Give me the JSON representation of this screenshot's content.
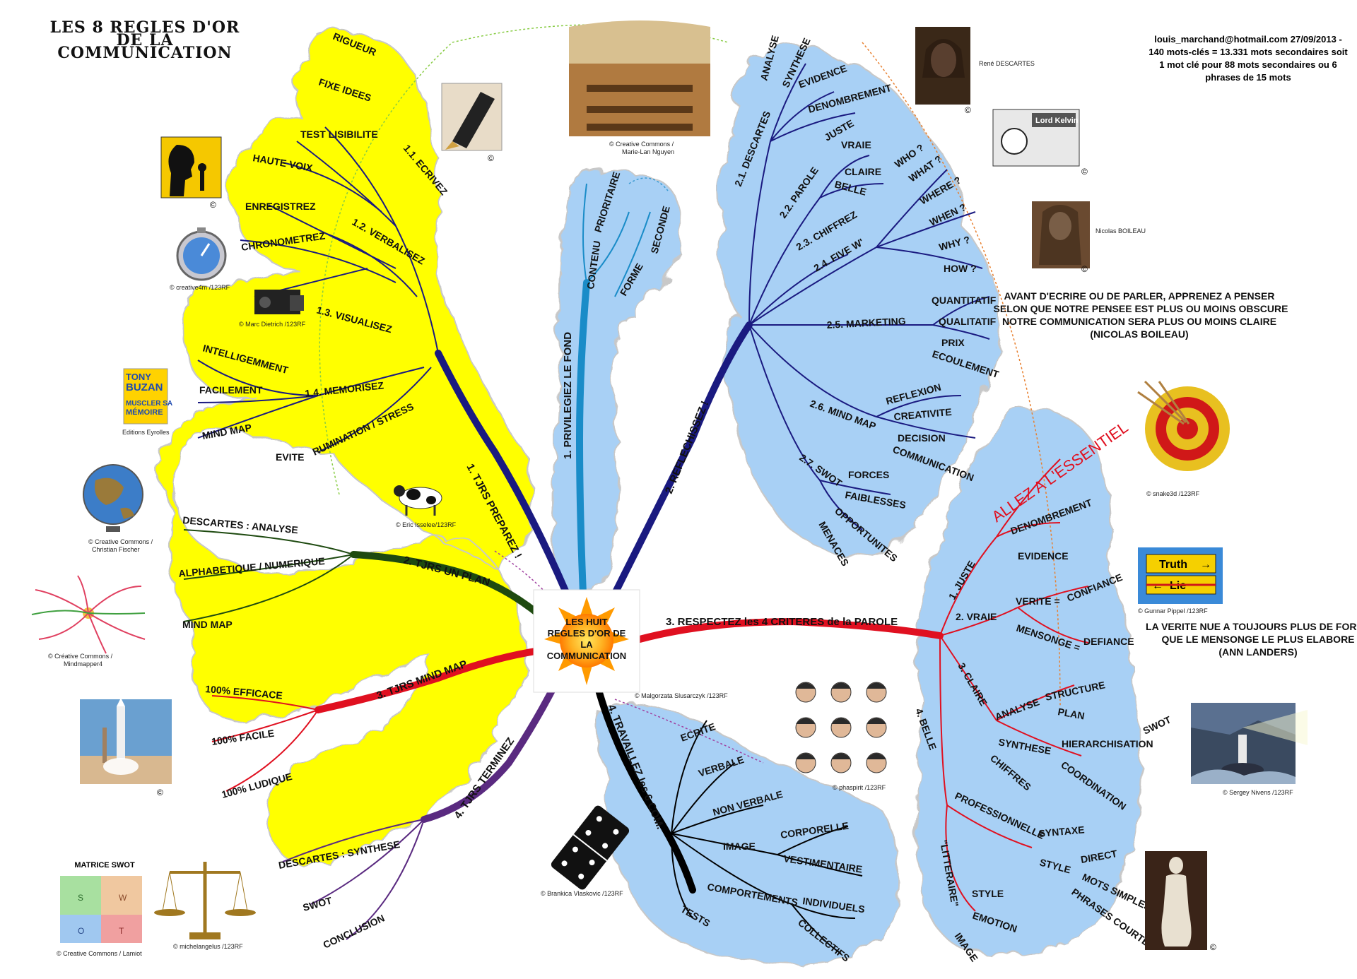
{
  "title": {
    "line1": "LES 8 REGLES D'OR",
    "line2": "DE LA",
    "line3": "COMMUNICATION"
  },
  "info": {
    "line1": "louis_marchand@hotmail.com 27/09/2013 -",
    "line2": "140 mots-clés = 13.331 mots secondaires soit",
    "line3": "1 mot clé pour 88 mots secondaires ou 6",
    "line4": "phrases de 15 mots"
  },
  "center": {
    "line1": "LES HUIT",
    "line2": "REGLES D'OR DE",
    "line3": "LA",
    "line4": "COMMUNICATION"
  },
  "colors": {
    "yellow": "#ffff00",
    "blue": "#a8d0f5",
    "navy": "#1a1a80",
    "red": "#e01020",
    "green": "#1e4a10",
    "purple": "#5a2a80",
    "teal": "#1a8cc8",
    "black": "#000000"
  },
  "branches": {
    "b1": {
      "label": "1. TJRS PREPAREZ !",
      "s11": "1.1. ECRIVEZ",
      "s11_items": [
        "RIGUEUR",
        "FIXE IDEES",
        "TEST LISIBILITE"
      ],
      "s12": "1.2. VERBALISEZ",
      "s12_items": [
        "HAUTE VOIX",
        "ENREGISTREZ",
        "CHRONOMETREZ"
      ],
      "s13": "1.3. VISUALISEZ",
      "s14": "1.4. MEMORISEZ",
      "s14_items": [
        "INTELLIGEMMENT",
        "FACILEMENT",
        "MIND MAP"
      ],
      "s15": "RUMINATION / STRESS",
      "s15_item": "EVITE"
    },
    "b2": {
      "label": "2. TJRS UN PLAN",
      "items": [
        "DESCARTES : ANALYSE",
        "ALPHABETIQUE / NUMERIQUE",
        "MIND MAP"
      ]
    },
    "b3": {
      "label": "3. TJRS MIND MAP",
      "items": [
        "100% EFFICACE",
        "100% FACILE",
        "100% LUDIQUE"
      ]
    },
    "b4": {
      "label": "4. TJRS TERMINEZ",
      "items": [
        "DESCARTES : SYNTHESE",
        "SWOT",
        "CONCLUSION"
      ]
    },
    "p1": {
      "label": "1. PRIVILEGIEZ LE FOND",
      "items": [
        "CONTENU",
        "PRIORITAIRE",
        "FORME",
        "SECONDE"
      ]
    },
    "r2": {
      "label": "2. REFLECHISSEZ !",
      "s21": "2.1. DESCARTES",
      "s21_items": [
        "ANALYSE",
        "SYNTHESE",
        "EVIDENCE",
        "DENOMBREMENT"
      ],
      "s22": "2.2. PAROLE",
      "s22_items": [
        "JUSTE",
        "VRAIE",
        "CLAIRE",
        "BELLE"
      ],
      "s23": "2.3. CHIFFREZ",
      "s24": "2.4. FIVE W'",
      "s24_items": [
        "WHO ?",
        "WHAT ?",
        "WHERE ?",
        "WHEN ?",
        "WHY ?",
        "HOW ?"
      ],
      "s25": "2.5. MARKETING",
      "s25_items": [
        "QUANTITATIF",
        "QUALITATIF",
        "PRIX",
        "ECOULEMENT"
      ],
      "s26": "2.6. MIND MAP",
      "s26_items": [
        "REFLEXION",
        "CREATIVITE",
        "DECISION",
        "COMMUNICATION"
      ],
      "s27": "2.7. SWOT",
      "s27_items": [
        "FORCES",
        "FAIBLESSES",
        "OPPORTUNITES",
        "MENACES"
      ]
    },
    "r3": {
      "label": "3. RESPECTEZ les 4 CRITERES de la PAROLE",
      "ess": "ALLEZ A L'ESSENTIEL",
      "j": "1. JUSTE",
      "j_items": [
        "DENOMBREMENT",
        "EVIDENCE"
      ],
      "v": "2. VRAIE",
      "v_items": [
        "VERITE =",
        "CONFIANCE",
        "MENSONGE =",
        "DEFIANCE"
      ],
      "c": "3. CLAIRE",
      "c_items": [
        "ANALYSE",
        "STRUCTURE",
        "PLAN",
        "SYNTHESE",
        "HIERARCHISATION",
        "SWOT",
        "CHIFFRES",
        "COORDINATION"
      ],
      "b": "4. BELLE",
      "b_items": [
        "PROFESSIONNELLE",
        "SYNTAXE",
        "STYLE",
        "DIRECT",
        "MOTS SIMPLES",
        "PHRASES COURTES",
        "\"LITTERAIRE\"",
        "STYLE",
        "EMOTION",
        "IMAGE"
      ]
    },
    "r4": {
      "label": "4. TRAVAILLEZ les 6 COM.",
      "items": [
        "ECRITE",
        "VERBALE",
        "NON VERBALE",
        "IMAGE",
        "CORPORELLE",
        "VESTIMENTAIRE",
        "COMPORTEMENTS",
        "INDIVIDUELS",
        "COLLECTIFS",
        "TESTS"
      ]
    }
  },
  "quotes": {
    "q1": [
      "AVANT D'ECRIRE OU DE PARLER, APPRENEZ A PENSER",
      "SELON QUE NOTRE PENSEE EST PLUS OU MOINS OBSCURE",
      "NOTRE COMMUNICATION SERA PLUS OU MOINS CLAIRE",
      "(NICOLAS BOILEAU)"
    ],
    "q2": [
      "LA VERITE NUE A TOUJOURS PLUS DE FORCE",
      "QUE LE MENSONGE LE PLUS ELABORE",
      "(ANN LANDERS)"
    ]
  },
  "captions": {
    "descartes": "René DESCARTES",
    "boileau": "Nicolas BOILEAU",
    "library": [
      "© Creative Commons /",
      "Marie-Lan Nguyen"
    ],
    "stopwatch": "© creative4m /123RF",
    "camera": "© Marc Dietrich /123RF",
    "buzan": "Editions Eyrolles",
    "cow": "© Eric Isselee/123RF",
    "globe": [
      "© Creative Commons /",
      "Christian Fischer"
    ],
    "mindmap": [
      "© Créative Commons /",
      "Mindmapper4"
    ],
    "swot": "© Creative Commons / Lamiot",
    "scales": "© michelangelus /123RF",
    "domino": "© Brankica Vlaskovic /123RF",
    "faces": "© phaspirit /123RF",
    "center": "© Malgorzata Slusarczyk /123RF",
    "target": "© snake3d /123RF",
    "truth": "© Gunnar Pippel /123RF",
    "lighthouse": "© Sergey Nivens /123RF"
  },
  "image_text": {
    "kelvin": "Lord Kelvin",
    "buzan": [
      "TONY",
      "BUZAN",
      "MUSCLER SA",
      "MÉMOIRE"
    ],
    "truth": "Truth",
    "lie": "Lie",
    "swot_title": "MATRICE SWOT",
    "swot_cells": [
      "S",
      "W",
      "O",
      "T"
    ]
  },
  "icons": [
    "pen-icon",
    "speaker-silhouette-icon",
    "stopwatch-icon",
    "camera-icon",
    "cow-icon",
    "globe-icon",
    "rocket-icon",
    "scales-icon",
    "domino-icon",
    "target-icon",
    "lighthouse-icon",
    "statue-icon",
    "portrait-icon",
    "copyright-icon"
  ]
}
